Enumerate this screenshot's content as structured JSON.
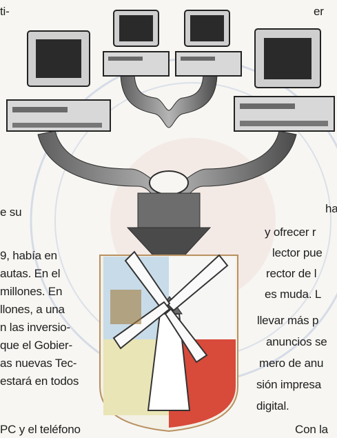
{
  "top_left_fragment": "ti-",
  "top_right_fragment": "er",
  "left_column_lines": [
    "e su",
    "9, había en",
    "autas. En el",
    "millones. En",
    "llones, a una",
    "n las inversio-",
    "que el Gobier-",
    "as nuevas Tec-",
    "estará en todos",
    "PC y el teléfono"
  ],
  "right_column_lines": [
    "ha",
    "y ofrecer r",
    "lector pue",
    "rector de l",
    "es muda. L",
    "llevar más p",
    "anuncios se",
    "mero de anu",
    "sión impresa",
    "digital.",
    "Con la"
  ],
  "colors": {
    "paper": "#f7f6f2",
    "text": "#1e1e1e",
    "seal_blue": "#b9c6de",
    "seal_red": "#e9c6c2",
    "pipe_gray": "#8a8a8a",
    "monitor_gray": "#cfcfcf"
  },
  "icons": [
    "computer-icon",
    "network-pipes-icon",
    "coat-of-arms-windmill-icon",
    "seal-watermark-icon"
  ]
}
